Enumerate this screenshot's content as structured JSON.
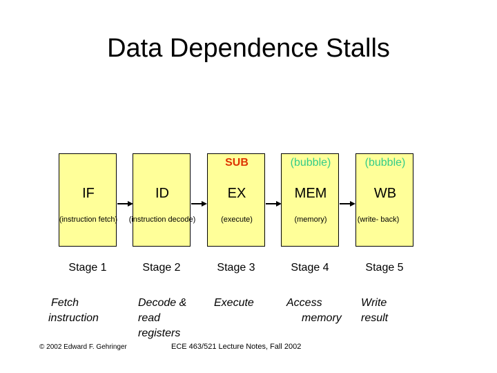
{
  "slide": {
    "title": "Data Dependence Stalls",
    "background_color": "#ffffff"
  },
  "colors": {
    "box_fill": "#ffff99",
    "box_border": "#000000",
    "sub_label": "#dd3300",
    "bubble_label": "#33cc88",
    "text": "#000000"
  },
  "pipeline": {
    "stages": [
      {
        "tag": "",
        "tag_kind": "none",
        "abbr": "IF",
        "paren_line1": "(instruction",
        "paren_line2": "fetch)",
        "stage_number": "Stage 1",
        "desc_line1": "Fetch",
        "desc_line2": "instruction",
        "desc_line3": ""
      },
      {
        "tag": "",
        "tag_kind": "none",
        "abbr": "ID",
        "paren_line1": "(instruction",
        "paren_line2": "decode)",
        "stage_number": "Stage 2",
        "desc_line1": "Decode &",
        "desc_line2": "read",
        "desc_line3": "registers"
      },
      {
        "tag": "SUB",
        "tag_kind": "sub",
        "abbr": "EX",
        "paren_line1": "(execute)",
        "paren_line2": "",
        "stage_number": "Stage 3",
        "desc_line1": "Execute",
        "desc_line2": "",
        "desc_line3": ""
      },
      {
        "tag": "(bubble)",
        "tag_kind": "bubble",
        "abbr": "MEM",
        "paren_line1": "(memory)",
        "paren_line2": "",
        "stage_number": "Stage 4",
        "desc_line1": "Access",
        "desc_line2": "memory",
        "desc_line3": ""
      },
      {
        "tag": "(bubble)",
        "tag_kind": "bubble",
        "abbr": "WB",
        "paren_line1": "(write-",
        "paren_line2": "back)",
        "stage_number": "Stage 5",
        "desc_line1": "Write",
        "desc_line2": "result",
        "desc_line3": ""
      }
    ],
    "arrow_count": 4,
    "arrow_icon": "right-arrow-icon"
  },
  "footer": {
    "copyright": "© 2002 Edward F. Gehringer",
    "course": "ECE 463/521 Lecture Notes, Fall 2002"
  }
}
